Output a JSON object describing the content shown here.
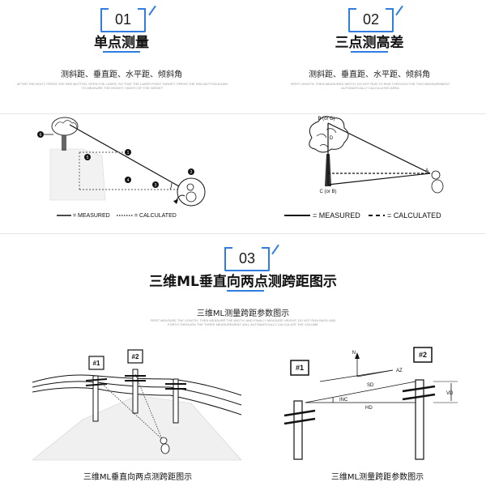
{
  "section1": {
    "number": "01",
    "title": "单点测量",
    "subtitle": "测斜距、垂直距、水平距、倾斜角",
    "micro": "AFTER THE BOOT, PRESS THE RED BUTTON, OPEN THE LASER, SO THAT THE LASER POINT TARGET, PRESS THE RED BUTTON AGAIN TO MEASURE THE HEIGHT / WIDTH OF THE TARGET",
    "legend_measured": "= MEASURED",
    "legend_calculated": "= CALCULATED",
    "markers": [
      "1",
      "2",
      "3",
      "4",
      "5",
      "6"
    ]
  },
  "section2": {
    "number": "02",
    "title": "三点测高差",
    "subtitle": "测斜距、垂直距、水平距、倾斜角",
    "micro": "FIRST LENGTH, THEN MEASURED WIDTH, DO NOT RUN TO RUN THROUGH THE TWO MEASUREMENT AUTOMATICALLY CALCULATED AREA",
    "label_b": "B (or C)",
    "label_d": "D",
    "label_a": "A",
    "label_c": "C (or B)",
    "legend_measured": "= MEASURED",
    "legend_calculated": "= CALCULATED"
  },
  "section3": {
    "number": "03",
    "title": "三维ML垂直向两点测跨距图示",
    "subtitle": "三维ML测量跨距参数图示",
    "micro": "FIRST MEASURE THE LENGTH, THEN MEASURE THE WIDTH, AND FINALLY MEASURE HEIGHT, DO NOT RUN BACK AND FORTH THROUGH THE THREE MEASUREMENT WILL AUTOMATICALLY CALCULATE THE VOLUME",
    "left_pole1": "#1",
    "left_pole2": "#2",
    "right_pole1": "#1",
    "right_pole2": "#2",
    "label_n": "N",
    "label_az": "AZ",
    "label_sd": "SD",
    "label_inc": "INC",
    "label_hd": "HD",
    "label_vd": "VD",
    "caption_left": "三维ML垂直向两点测跨距图示",
    "caption_right": "三维ML测量跨距参数图示"
  }
}
